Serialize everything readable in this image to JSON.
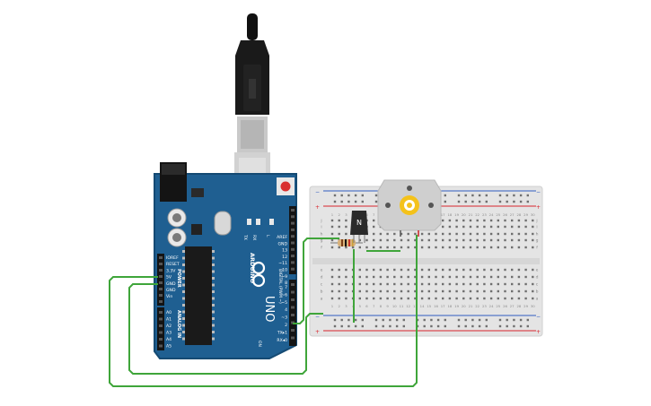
{
  "canvas": {
    "background": "#ffffff"
  },
  "arduino": {
    "board_color": "#1f5f91",
    "brand": "ARDUINO",
    "model": "UNO",
    "power_header": "POWER",
    "analog_header": "ANALOG IN",
    "digital_header": "DIGITAL (PWM ~)",
    "tx_label": "TX",
    "rx_label": "RX",
    "l_label": "L",
    "on_label": "ON",
    "power_pins": [
      "IOREF",
      "RESET",
      "3.3V",
      "5V",
      "GND",
      "GND",
      "Vin"
    ],
    "analog_pins": [
      "A0",
      "A1",
      "A2",
      "A3",
      "A4",
      "A5"
    ],
    "digital_pins_top": [
      "AREF",
      "GND",
      "13",
      "12",
      "~11",
      "~10",
      "~9",
      "8"
    ],
    "digital_pins_bottom": [
      "7",
      "~6",
      "~5",
      "4",
      "~3",
      "2",
      "TX▸1",
      "RX◂0"
    ]
  },
  "breadboard": {
    "body_color": "#e4e4e4",
    "rail_red": "#d9232d",
    "rail_blue": "#2f5bbf",
    "column_numbers": [
      "1",
      "2",
      "3",
      "4",
      "5",
      "6",
      "7",
      "8",
      "9",
      "10",
      "11",
      "12",
      "13",
      "14",
      "15",
      "16",
      "17",
      "18",
      "19",
      "20",
      "21",
      "22",
      "23",
      "24",
      "25",
      "26",
      "27",
      "28",
      "29",
      "30"
    ],
    "rows_top": [
      "j",
      "i",
      "h",
      "g",
      "f"
    ],
    "rows_bottom": [
      "e",
      "d",
      "c",
      "b",
      "a"
    ]
  },
  "transistor": {
    "label": "N",
    "color": "#2a2a2a"
  },
  "motor": {
    "body_color": "#cfcfcf",
    "shaft_color": "#f4c21b"
  },
  "wires": {
    "color": "#3fa53a"
  },
  "usb_cable": {
    "color": "#111111"
  }
}
